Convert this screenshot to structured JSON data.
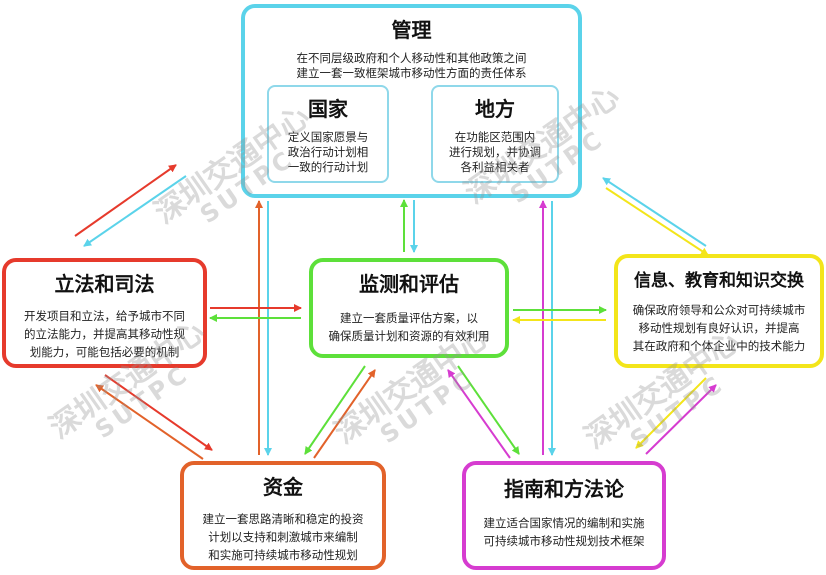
{
  "governance": {
    "title": "管理",
    "desc_line1": "在不同层级政府和个人移动性和其他政策之间",
    "desc_line2": "建立一套一致框架城市移动性方面的责任体系",
    "national": {
      "title": "国家",
      "desc_line1": "定义国家愿景与",
      "desc_line2": "政治行动计划相",
      "desc_line3": "一致的行动计划"
    },
    "local": {
      "title": "地方",
      "desc_line1": "在功能区范围内",
      "desc_line2": "进行规划，并协调",
      "desc_line3": "各利益相关者"
    }
  },
  "legislation": {
    "title": "立法和司法",
    "desc_line1": "开发项目和立法，给予城市不同",
    "desc_line2": "的立法能力，并提高其移动性规",
    "desc_line3": "划能力，可能包括必要的机制"
  },
  "monitoring": {
    "title": "监测和评估",
    "desc_line1": "建立一套质量评估方案，以",
    "desc_line2": "确保质量计划和资源的有效利用"
  },
  "information": {
    "title": "信息、教育和知识交换",
    "desc_line1": "确保政府领导和公众对可持续城市",
    "desc_line2": "移动性规划有良好认识，并提高",
    "desc_line3": "其在政府和个体企业中的技术能力"
  },
  "funding": {
    "title": "资金",
    "desc_line1": "建立一套思路清晰和稳定的投资",
    "desc_line2": "计划以支持和刺激城市来编制",
    "desc_line3": "和实施可持续城市移动性规划"
  },
  "guidance": {
    "title": "指南和方法论",
    "desc_line1": "建立适合国家情况的编制和实施",
    "desc_line2": "可持续城市移动性规划技术框架"
  },
  "watermark": {
    "cn": "深圳交通中心",
    "en": "SUTPC"
  },
  "colors": {
    "governance": "#5bd3ea",
    "legislation": "#e63a2c",
    "monitoring": "#5de03a",
    "information": "#f3e51a",
    "funding": "#e2622a",
    "guidance": "#d63cd0"
  }
}
